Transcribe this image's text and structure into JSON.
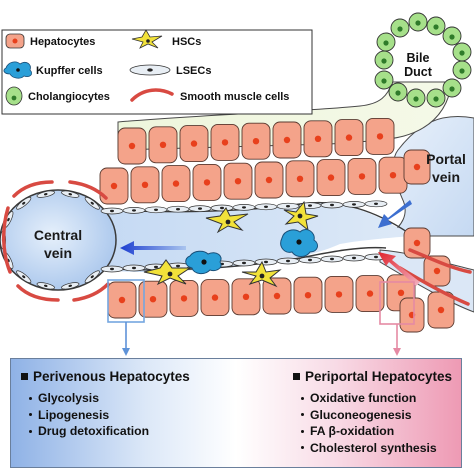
{
  "legend": {
    "items": [
      {
        "key": "hepatocytes",
        "label": "Hepatocytes"
      },
      {
        "key": "hscs",
        "label": "HSCs"
      },
      {
        "key": "kupffer",
        "label": "Kupffer cells"
      },
      {
        "key": "lsecs",
        "label": "LSECs"
      },
      {
        "key": "cholangiocytes",
        "label": "Cholangiocytes"
      },
      {
        "key": "smooth_muscle",
        "label": "Smooth muscle cells"
      }
    ]
  },
  "labels": {
    "bile_duct_line1": "Bile",
    "bile_duct_line2": "Duct",
    "portal_vein_line1": "Portal",
    "portal_vein_line2": "vein",
    "central_vein_line1": "Central",
    "central_vein_line2": "vein"
  },
  "zones": {
    "perivenous": {
      "title": "Perivenous Hepatocytes",
      "items": [
        "Glycolysis",
        "Lipogenesis",
        "Drug detoxification"
      ]
    },
    "periportal": {
      "title": "Periportal Hepatocytes",
      "items": [
        "Oxidative function",
        "Gluconeogenesis",
        "FA β-oxidation",
        "Cholesterol synthesis"
      ]
    }
  },
  "colors": {
    "hepatocyte": "#f4a38a",
    "hepatocyte_nucleus": "#e8401c",
    "cholangiocyte": "#a6e08a",
    "hsc": "#f2e23a",
    "kupffer": "#2a9fd8",
    "central_vein": "#cfe0f6",
    "periportal_box": "#ee9ab4",
    "perivenous_box": "#8fb2e6"
  }
}
